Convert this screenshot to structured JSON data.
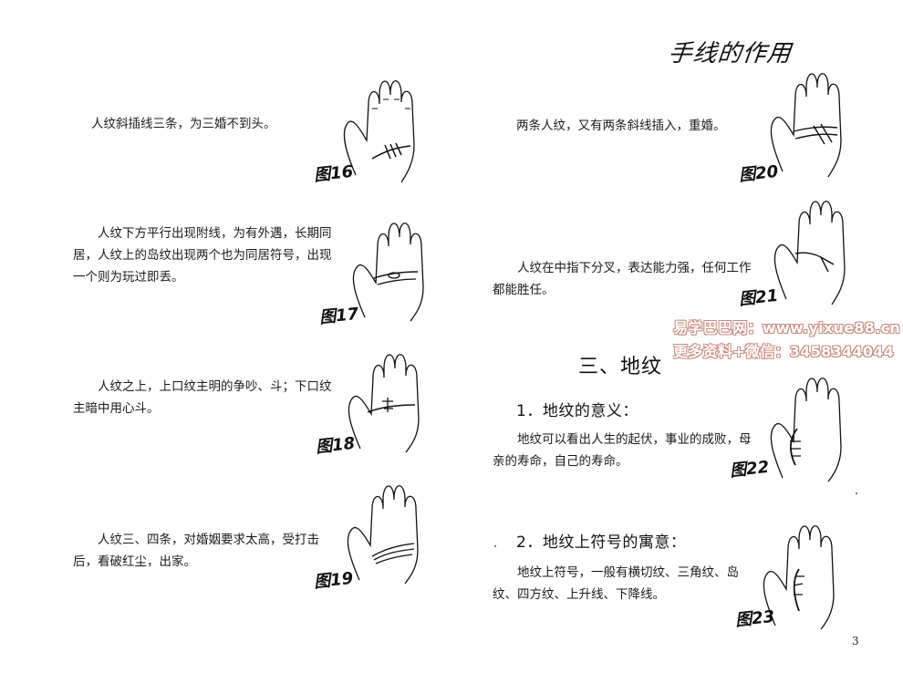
{
  "header": {
    "handwritten_title": "手线的作用"
  },
  "left_column": {
    "items": [
      {
        "text": "人纹斜插线三条，为三婚不到头。",
        "figure_label": "图16"
      },
      {
        "text": "人纹下方平行出现附线，为有外遇，长期同居，人纹上的岛纹出现两个也为同居符号，出现一个则为玩过即丢。",
        "figure_label": "图17"
      },
      {
        "text": "人纹之上，上口纹主明的争吵、斗；下口纹主暗中用心斗。",
        "figure_label": "图18"
      },
      {
        "text": "人纹三、四条，对婚姻要求太高，受打击后，看破红尘，出家。",
        "figure_label": "图19"
      }
    ]
  },
  "right_column": {
    "items": [
      {
        "text": "两条人纹，又有两条斜线插入，重婚。",
        "figure_label": "图20"
      },
      {
        "text": "人纹在中指下分叉，表达能力强，任何工作都能胜任。",
        "figure_label": "图21"
      }
    ],
    "section_heading": "三、地纹",
    "subsections": [
      {
        "heading": "1．地纹的意义：",
        "text": "地纹可以看出人生的起伏，事业的成败，母亲的寿命，自己的寿命。",
        "figure_label": "图22"
      },
      {
        "heading": "2．地纹上符号的寓意：",
        "text": "地纹上符号，一般有横切纹、三角纹、岛纹、四方纹、上升线、下降线。",
        "figure_label": "图23"
      }
    ]
  },
  "watermark": {
    "line1": "易学巴巴网：www.yixue88.cn",
    "line2": "更多资料+微信：3458344044"
  },
  "page_number": "3",
  "colors": {
    "ink": "#111111",
    "watermark_outline": "#c98a7f"
  }
}
